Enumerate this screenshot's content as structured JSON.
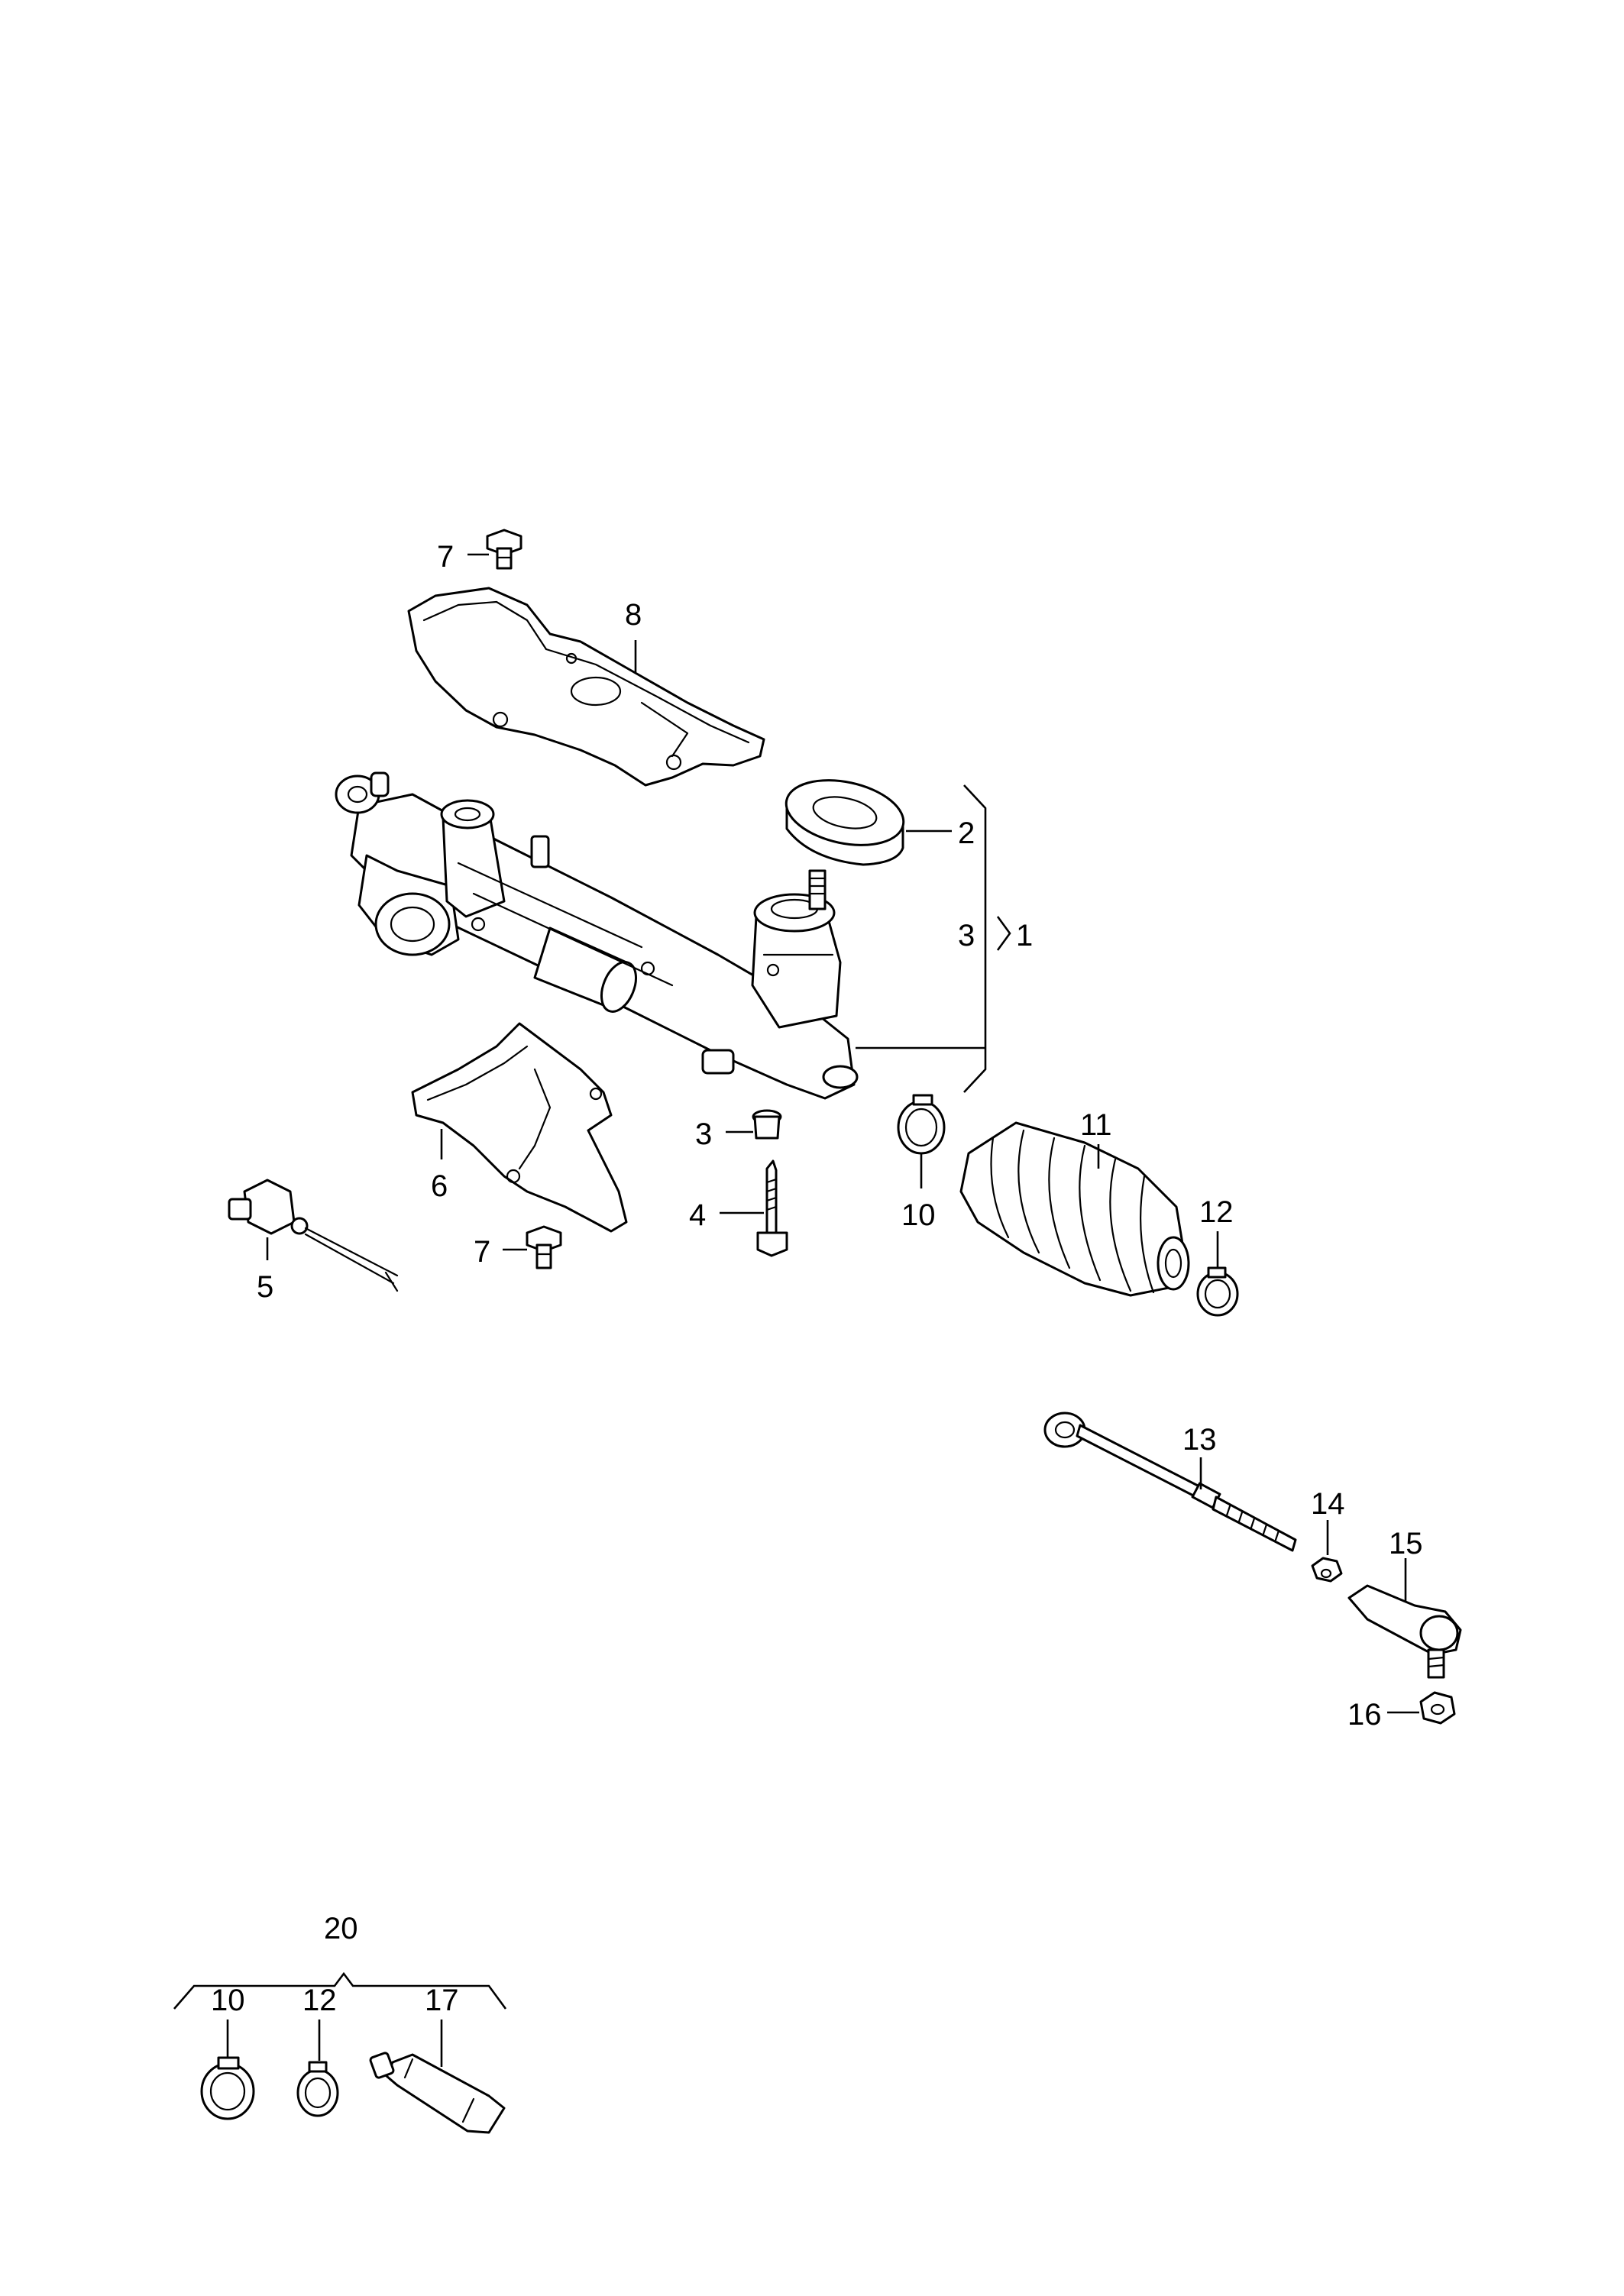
{
  "callouts": {
    "c1": "1",
    "c2": "2",
    "c3a": "3",
    "c3b": "3",
    "c4": "4",
    "c5": "5",
    "c6": "6",
    "c7a": "7",
    "c7b": "7",
    "c8": "8",
    "c10a": "10",
    "c10b": "10",
    "c11": "11",
    "c12a": "12",
    "c12b": "12",
    "c13": "13",
    "c14": "14",
    "c15": "15",
    "c16": "16",
    "c17": "17",
    "c20": "20"
  },
  "colors": {
    "line": "#000000",
    "background": "#ffffff"
  }
}
